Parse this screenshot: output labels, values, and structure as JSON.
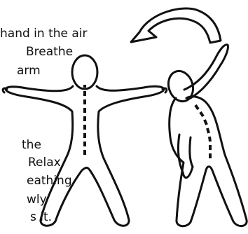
{
  "text_lines": [
    "hand in the air",
    "Breathe",
    "arm",
    "the",
    "Relax",
    "eathing",
    "wly",
    "s it."
  ],
  "colors": {
    "ink": "#111111",
    "background": "#ffffff"
  }
}
